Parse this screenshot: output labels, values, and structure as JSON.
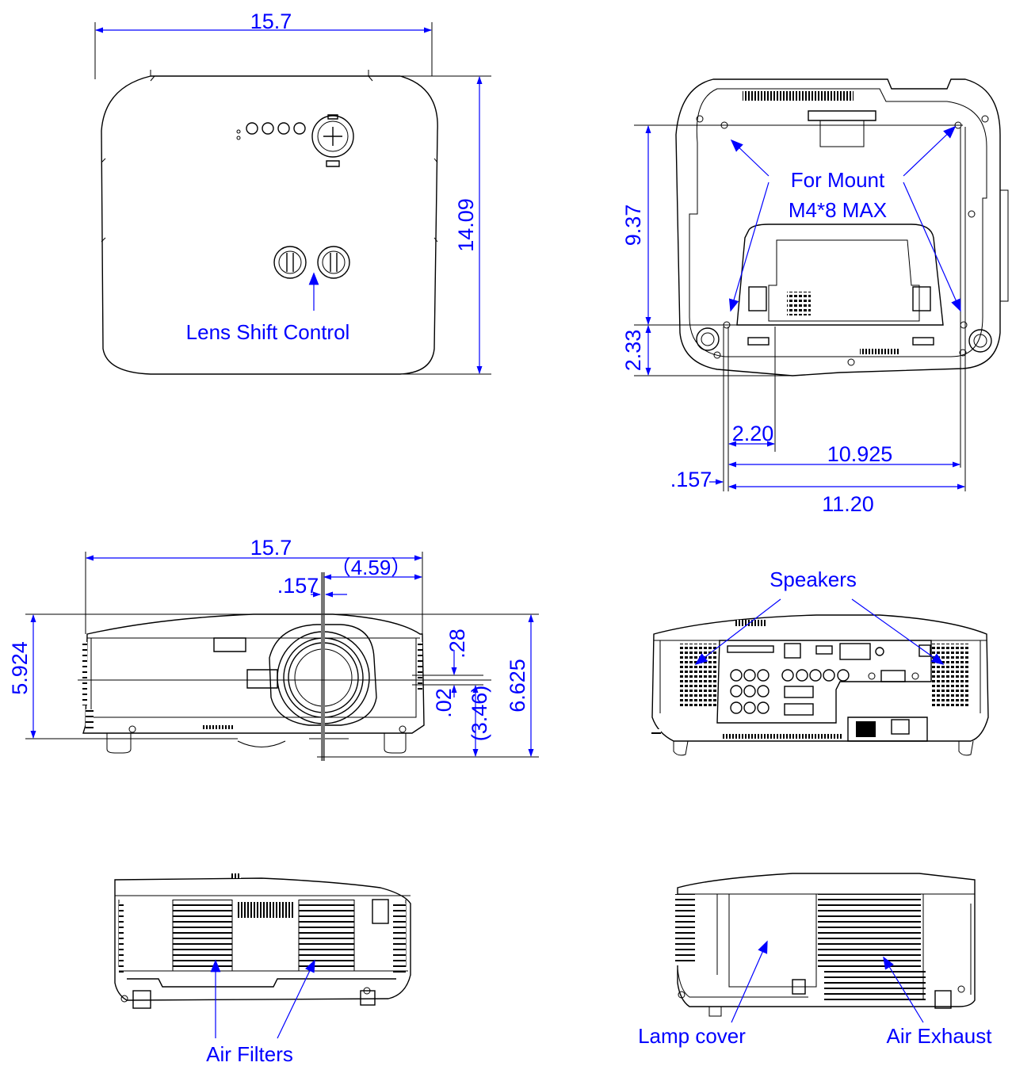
{
  "views": {
    "top": {
      "width_dim": "15.7",
      "depth_dim": "14.09",
      "label_lens_shift": "Lens Shift Control"
    },
    "bottom": {
      "label_for_mount": "For Mount",
      "label_screw": "M4*8 MAX",
      "dim_9_37": "9.37",
      "dim_2_33": "2.33",
      "dim_2_20": "2.20",
      "dim_10_925": "10.925",
      "dim_157": ".157",
      "dim_11_20": "11.20"
    },
    "front": {
      "width_dim": "15.7",
      "lens_offset_dim": "（4.59）",
      "dim_157": ".157",
      "height_left_dim": "5.924",
      "dim_28": ".28",
      "dim_02": ".02",
      "dim_3_46": "(3.46)",
      "height_right_dim": "6.625"
    },
    "rear": {
      "label_speakers": "Speakers"
    },
    "left_side": {
      "label_air_filters": "Air Filters"
    },
    "right_side": {
      "label_lamp_cover": "Lamp cover",
      "label_air_exhaust": "Air Exhaust"
    }
  },
  "colors": {
    "annotation": "#0000ff",
    "outline": "#000000",
    "background": "#ffffff"
  }
}
